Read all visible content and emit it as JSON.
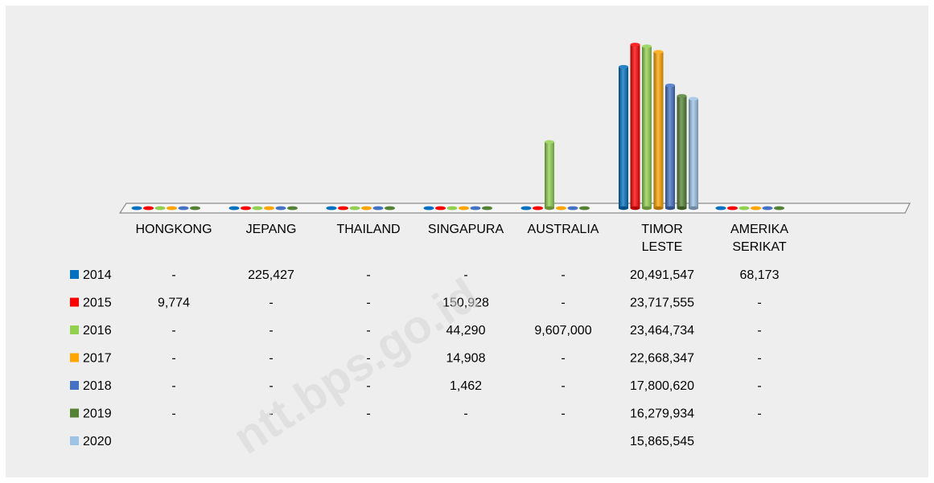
{
  "chart_data": {
    "type": "bar",
    "categories": [
      "HONGKONG",
      "JEPANG",
      "THAILAND",
      "SINGAPURA",
      "AUSTRALIA",
      "TIMOR LESTE",
      "AMERIKA SERIKAT"
    ],
    "category_lines": [
      [
        "HONGKONG"
      ],
      [
        "JEPANG"
      ],
      [
        "THAILAND"
      ],
      [
        "SINGAPURA"
      ],
      [
        "AUSTRALIA"
      ],
      [
        "TIMOR",
        "LESTE"
      ],
      [
        "AMERIKA",
        "SERIKAT"
      ]
    ],
    "series": [
      {
        "name": "2014",
        "color": "#0070C0",
        "values": [
          0,
          225427,
          0,
          0,
          0,
          20491547,
          68173
        ],
        "labels": [
          "-",
          "225,427",
          "-",
          "-",
          "-",
          "20,491,547",
          "68,173"
        ]
      },
      {
        "name": "2015",
        "color": "#FF0000",
        "values": [
          9774,
          0,
          0,
          150928,
          0,
          23717555,
          0
        ],
        "labels": [
          "9,774",
          "-",
          "-",
          "150,928",
          "-",
          "23,717,555",
          "-"
        ]
      },
      {
        "name": "2016",
        "color": "#92D050",
        "values": [
          0,
          0,
          0,
          44290,
          9607000,
          23464734,
          0
        ],
        "labels": [
          "-",
          "-",
          "-",
          "44,290",
          "9,607,000",
          "23,464,734",
          "-"
        ]
      },
      {
        "name": "2017",
        "color": "#FFA500",
        "values": [
          0,
          0,
          0,
          14908,
          0,
          22668347,
          0
        ],
        "labels": [
          "-",
          "-",
          "-",
          "14,908",
          "-",
          "22,668,347",
          "-"
        ]
      },
      {
        "name": "2018",
        "color": "#4472C4",
        "values": [
          0,
          0,
          0,
          1462,
          0,
          17800620,
          0
        ],
        "labels": [
          "-",
          "-",
          "-",
          "1,462",
          "-",
          "17,800,620",
          "-"
        ]
      },
      {
        "name": "2019",
        "color": "#548235",
        "values": [
          0,
          0,
          0,
          0,
          0,
          16279934,
          0
        ],
        "labels": [
          "-",
          "-",
          "-",
          "-",
          "-",
          "16,279,934",
          "-"
        ]
      },
      {
        "name": "2020",
        "color": "#9DC3E6",
        "values": [
          null,
          null,
          null,
          null,
          null,
          15865545,
          null
        ],
        "labels": [
          "",
          "",
          "",
          "",
          "",
          "15,865,545",
          ""
        ]
      }
    ],
    "ylim": [
      0,
      24000000
    ],
    "grid": false,
    "legend": "data-table-left"
  },
  "watermark": "ntt.bps.go.id"
}
